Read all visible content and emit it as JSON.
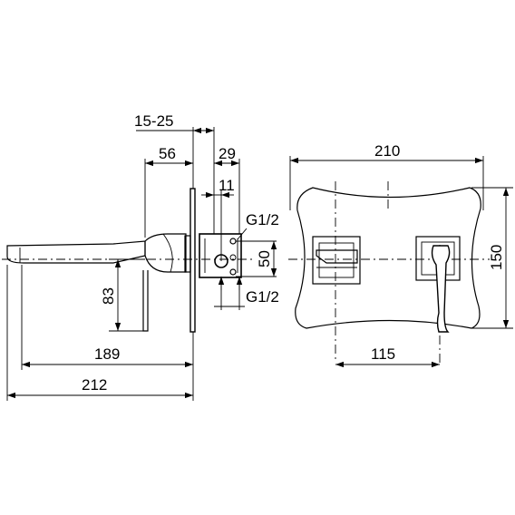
{
  "side_view": {
    "dimensions": {
      "wall_thickness_range": "15-25",
      "body_width": "56",
      "box_depth": "29",
      "connection_offset": "11",
      "outlet_height": "83",
      "spout_projection": "189",
      "overall_length": "212",
      "connection_spacing": "50"
    },
    "connections": {
      "upper": "G1/2",
      "lower": "G1/2"
    }
  },
  "front_view": {
    "dimensions": {
      "plate_width": "210",
      "plate_height": "150",
      "control_spacing": "115"
    }
  }
}
